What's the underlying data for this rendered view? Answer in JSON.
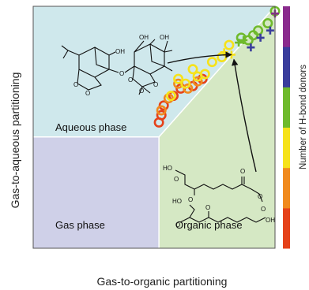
{
  "chart_data": {
    "type": "scatter",
    "xlabel": "Gas-to-organic partitioning",
    "ylabel": "Gas-to-aqueous partitioning",
    "colorbar": {
      "label": "Number of H-bond donors",
      "colors": [
        "#e5421a",
        "#f08a1e",
        "#f6e21a",
        "#6fba2c",
        "#3a3d9c",
        "#8a2b8d"
      ]
    },
    "regions": [
      {
        "name": "aqueous",
        "label": "Aqueous phase",
        "color": "#cfe8ec"
      },
      {
        "name": "gas",
        "label": "Gas phase",
        "color": "#cfd0e8"
      },
      {
        "name": "organic",
        "label": "Organic phase",
        "color": "#d5e8c4"
      }
    ],
    "region_boundaries": {
      "vertical_x": 0.52,
      "horizontal_y": 0.46,
      "diagonal": [
        [
          0.52,
          0.46
        ],
        [
          1.0,
          1.0
        ]
      ]
    },
    "series": [
      {
        "marker": "ring",
        "points": [
          {
            "x": 0.52,
            "y": 0.52,
            "donors": 1
          },
          {
            "x": 0.53,
            "y": 0.55,
            "donors": 1
          },
          {
            "x": 0.54,
            "y": 0.59,
            "donors": 1
          },
          {
            "x": 0.58,
            "y": 0.63,
            "donors": 1
          },
          {
            "x": 0.61,
            "y": 0.66,
            "donors": 1
          },
          {
            "x": 0.66,
            "y": 0.67,
            "donors": 1
          },
          {
            "x": 0.7,
            "y": 0.7,
            "donors": 1
          },
          {
            "x": 0.53,
            "y": 0.57,
            "donors": 2
          },
          {
            "x": 0.56,
            "y": 0.62,
            "donors": 2
          },
          {
            "x": 0.6,
            "y": 0.68,
            "donors": 2
          },
          {
            "x": 0.64,
            "y": 0.66,
            "donors": 2
          },
          {
            "x": 0.68,
            "y": 0.69,
            "donors": 2
          },
          {
            "x": 0.57,
            "y": 0.63,
            "donors": 3
          },
          {
            "x": 0.6,
            "y": 0.7,
            "donors": 3
          },
          {
            "x": 0.63,
            "y": 0.68,
            "donors": 3
          },
          {
            "x": 0.66,
            "y": 0.74,
            "donors": 3
          },
          {
            "x": 0.68,
            "y": 0.71,
            "donors": 3
          },
          {
            "x": 0.71,
            "y": 0.72,
            "donors": 3
          },
          {
            "x": 0.74,
            "y": 0.77,
            "donors": 3
          },
          {
            "x": 0.78,
            "y": 0.79,
            "donors": 3
          },
          {
            "x": 0.81,
            "y": 0.84,
            "donors": 3
          },
          {
            "x": 0.86,
            "y": 0.87,
            "donors": 4
          },
          {
            "x": 0.89,
            "y": 0.86,
            "donors": 4
          },
          {
            "x": 0.91,
            "y": 0.88,
            "donors": 4
          },
          {
            "x": 0.93,
            "y": 0.9,
            "donors": 4
          },
          {
            "x": 0.97,
            "y": 0.93,
            "donors": 4
          },
          {
            "x": 1.0,
            "y": 0.98,
            "donors": 4
          }
        ]
      },
      {
        "marker": "cross",
        "points": [
          {
            "x": 0.79,
            "y": 0.81,
            "donors": 3
          },
          {
            "x": 0.82,
            "y": 0.8,
            "donors": 3
          },
          {
            "x": 0.85,
            "y": 0.85,
            "donors": 4
          },
          {
            "x": 0.87,
            "y": 0.86,
            "donors": 4
          },
          {
            "x": 0.9,
            "y": 0.83,
            "donors": 5
          },
          {
            "x": 0.94,
            "y": 0.87,
            "donors": 5
          },
          {
            "x": 0.98,
            "y": 0.9,
            "donors": 5
          },
          {
            "x": 1.0,
            "y": 0.97,
            "donors": 6
          }
        ]
      }
    ],
    "annotations": [
      {
        "kind": "structure",
        "name": "dimer-peroxide",
        "labels": [
          "OH",
          "OH",
          "OH",
          "O",
          "O",
          "O",
          "O",
          "O",
          "O"
        ],
        "arrow_to": {
          "x": 0.82,
          "y": 0.8
        }
      },
      {
        "kind": "structure",
        "name": "acid-peroxide",
        "labels": [
          "HO",
          "O",
          "O",
          "O",
          "O",
          "HO",
          "O",
          "O",
          "O",
          "OH"
        ],
        "arrow_to": {
          "x": 0.83,
          "y": 0.78
        }
      }
    ]
  }
}
